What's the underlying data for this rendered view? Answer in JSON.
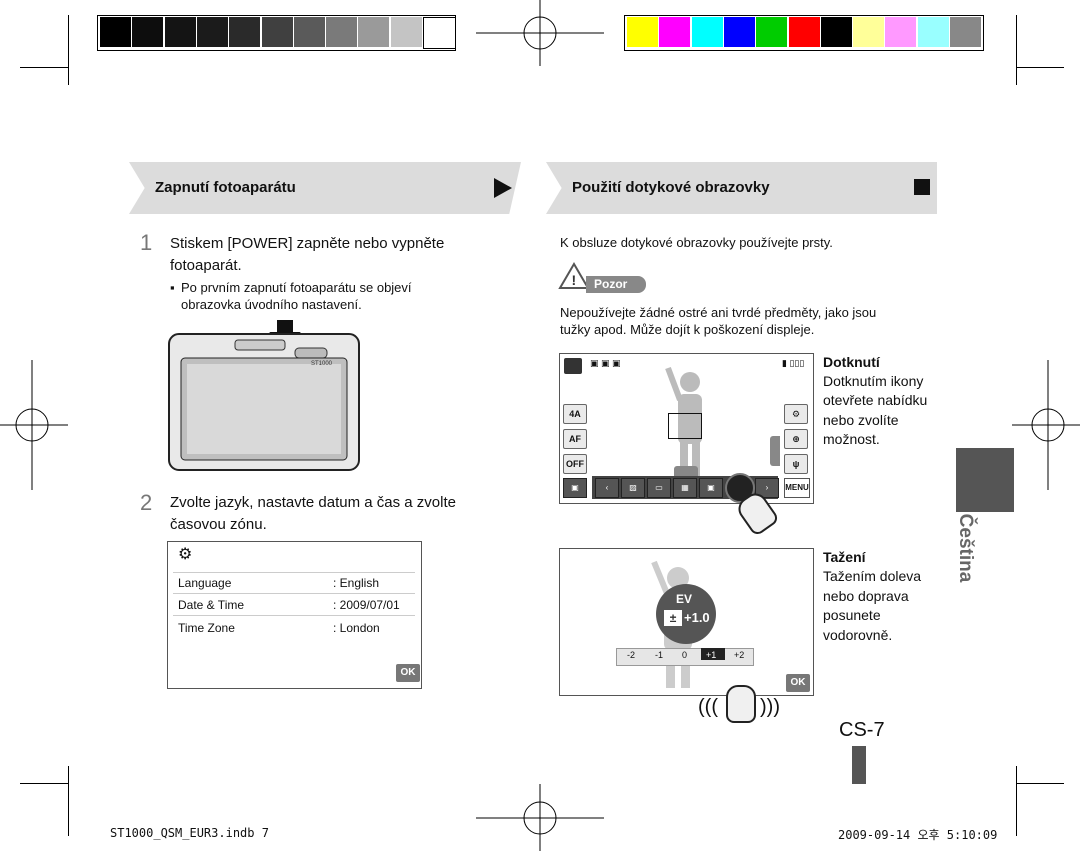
{
  "colors": {
    "grayscale": [
      "#000000",
      "#0d0d0d",
      "#141414",
      "#1b1b1b",
      "#2a2a2a",
      "#404040",
      "#5a5a5a",
      "#7a7a7a",
      "#9a9a9a",
      "#c4c4c4",
      "#ffffff"
    ],
    "color_bar": [
      "#ffff00",
      "#ff00ff",
      "#00ffff",
      "#0000ff",
      "#00cc00",
      "#ff0000",
      "#000000",
      "#ffff99",
      "#ff99ff",
      "#99ffff",
      "#888888"
    ],
    "section_bg": "#dcdcdc",
    "sidebar": "#555555"
  },
  "left_section": {
    "title": "Zapnutí fotoaparátu",
    "step1": {
      "number": "1",
      "text_a": "Stiskem [POWER] zapněte nebo vypněte",
      "text_b": "fotoaparát.",
      "note_a": "Po prvním zapnutí fotoaparátu se objeví",
      "note_b": "obrazovka úvodního nastavení."
    },
    "camera_label": "ST1000",
    "step2": {
      "number": "2",
      "text_a": "Zvolte jazyk, nastavte datum a čas a zvolte",
      "text_b": "časovou zónu."
    },
    "settings_table": {
      "icon": "gear-icon",
      "rows": [
        {
          "label": "Language",
          "value": ": English"
        },
        {
          "label": "Date & Time",
          "value": ": 2009/07/01"
        },
        {
          "label": "Time Zone",
          "value": ": London"
        }
      ],
      "ok": "OK"
    }
  },
  "right_section": {
    "title": "Použití dotykové obrazovky",
    "intro": "K obsluze dotykové obrazovky používejte prsty.",
    "caution_label": "Pozor",
    "caution_a": "Nepoužívejte žádné ostré ani tvrdé předměty, jako jsou",
    "caution_b": "tužky apod. Může dojít k poškození displeje.",
    "touch": {
      "heading": "Dotknutí",
      "lines": [
        "Dotknutím ikony",
        "otevřete nabídku",
        "nebo zvolíte",
        "možnost."
      ],
      "left_icons": [
        "4A",
        "AF",
        "OFF"
      ],
      "toolbar_menu": "MENU"
    },
    "drag": {
      "heading": "Tažení",
      "lines": [
        "Tažením doleva",
        "nebo doprava",
        "posunete",
        "vodorovně."
      ],
      "ev_label": "EV",
      "ev_value": "+1.0",
      "scale": [
        "-2",
        "-1",
        "0",
        "+1",
        "+2"
      ],
      "ok": "OK"
    }
  },
  "sidebar_language": "Čeština",
  "page_number": "CS-7",
  "footer": {
    "file": "ST1000_QSM_EUR3.indb   7",
    "date": "2009-09-14   오후 5:10:09"
  }
}
